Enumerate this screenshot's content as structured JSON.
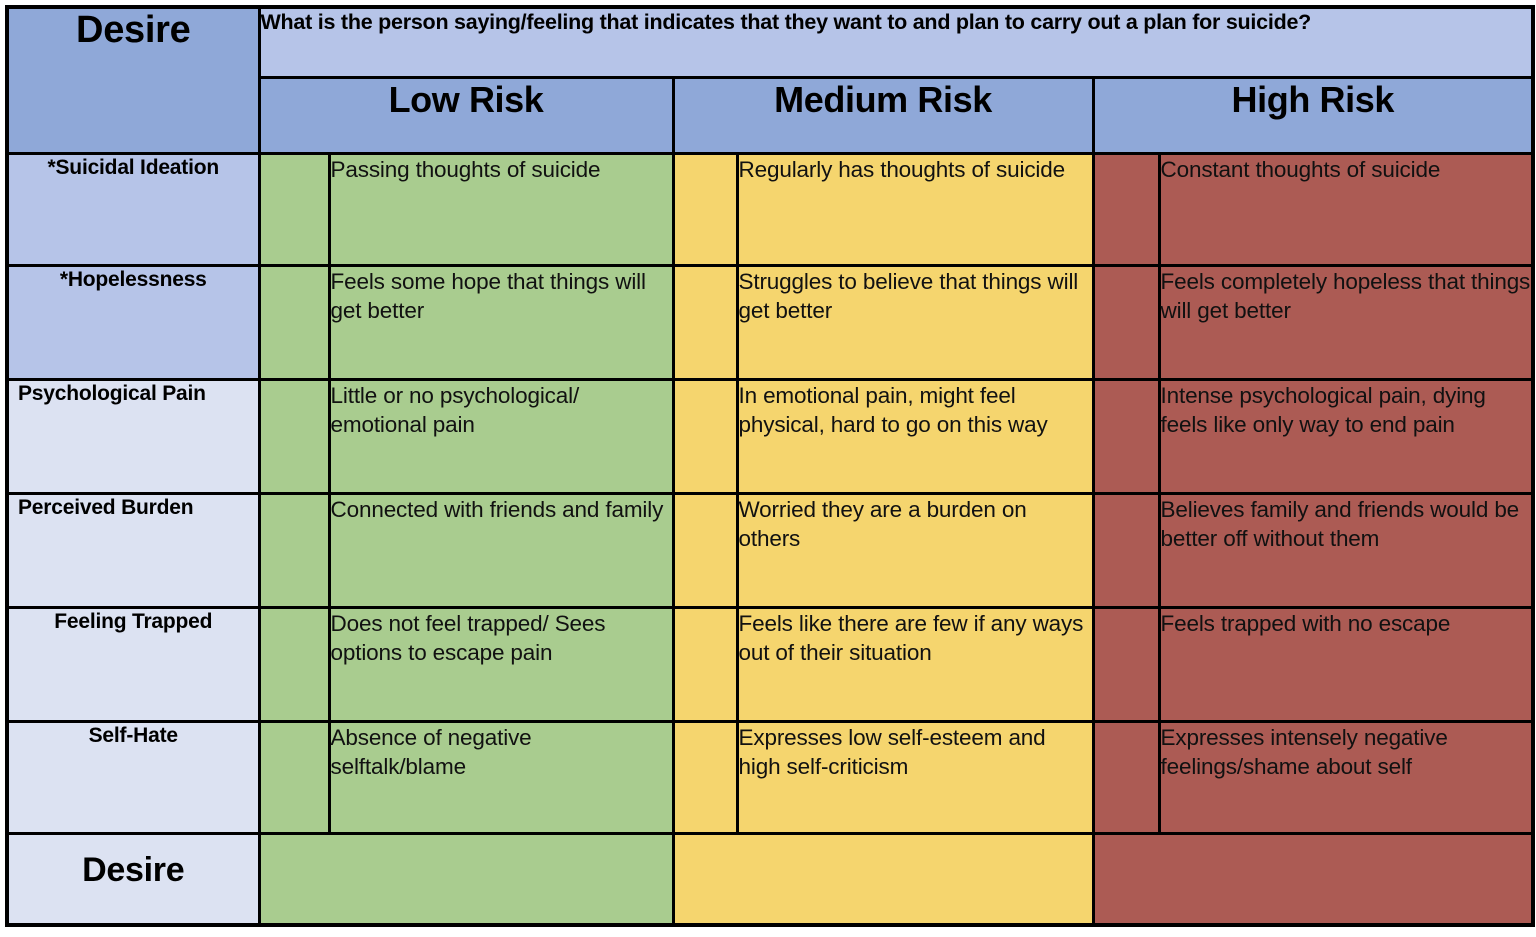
{
  "header": {
    "corner_title": "Desire",
    "question": "What is the person saying/feeling that indicates that they want to and plan to carry out a plan for suicide?",
    "risk_levels": [
      {
        "label": "Low Risk",
        "tone": "low",
        "color": "#A9CC8F"
      },
      {
        "label": "Medium Risk",
        "tone": "med",
        "color": "#F5D56E"
      },
      {
        "label": "High Risk",
        "tone": "high",
        "color": "#AC5B54"
      }
    ]
  },
  "palette": {
    "header_blue": "#8FA8D8",
    "question_blue": "#B6C4E8",
    "label_blue_dark": "#B6C4E8",
    "label_blue_light": "#DCE2F2",
    "low_green": "#A9CC8F",
    "medium_yellow": "#F5D56E",
    "high_red": "#AC5B54",
    "border_black": "#000000"
  },
  "rows": [
    {
      "label": "*Suicidal Ideation",
      "low": "Passing thoughts of suicide",
      "medium": "Regularly has thoughts of suicide",
      "high": "Constant thoughts of suicide"
    },
    {
      "label": "*Hopelessness",
      "low": "Feels some hope that things will get better",
      "medium": "Struggles to believe that things will get better",
      "high": "Feels completely hopeless that things will get better"
    },
    {
      "label": "Psychological Pain",
      "low": "Little or no psychological/ emotional pain",
      "medium": "In emotional pain, might feel physical, hard to go on this way",
      "high": "Intense psychological pain, dying feels like only way to end pain"
    },
    {
      "label": "Perceived Burden",
      "low": "Connected with friends and family",
      "medium": "Worried they are a burden on others",
      "high": "Believes family and friends would be better off without them"
    },
    {
      "label": "Feeling Trapped",
      "low": "Does not feel trapped/ Sees options to escape pain",
      "medium": "Feels like there are few if any ways out of their situation",
      "high": "Feels trapped with no escape"
    },
    {
      "label": "Self-Hate",
      "low": "Absence of negative selftalk/blame",
      "medium": "Expresses low self-esteem and high self-criticism",
      "high": "Expresses intensely negative feelings/shame about self"
    }
  ],
  "summary_row": {
    "label": "Desire",
    "low": "",
    "medium": "",
    "high": ""
  }
}
